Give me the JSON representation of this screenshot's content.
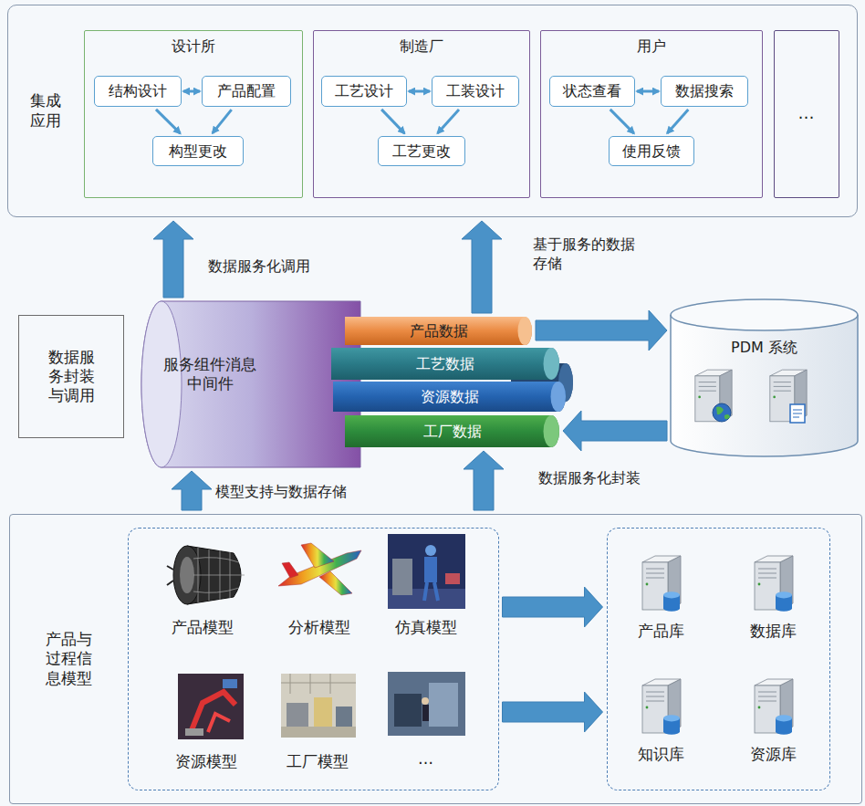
{
  "diagram": {
    "nodes": [
      {
        "text": [
          "集成 应用"
        ]
      },
      {
        "text": [
          "设计所"
        ],
        "in": 0
      },
      {
        "text": [
          "结构设计"
        ],
        "in": 1
      },
      {
        "text": [
          "产品配置"
        ],
        "in": 1
      },
      {
        "text": [
          "构型更改"
        ],
        "in": 1
      },
      {
        "text": [
          "制造厂"
        ],
        "in": 0
      },
      {
        "text": [
          "工艺设计"
        ],
        "in": 5
      },
      {
        "text": [
          "工装设计"
        ],
        "in": 5
      },
      {
        "text": [
          "工艺更改"
        ],
        "in": 5
      },
      {
        "text": [
          "用户"
        ],
        "in": 0
      },
      {
        "text": [
          "状态查看"
        ],
        "in": 9
      },
      {
        "text": [
          "数据搜索"
        ],
        "in": 9
      },
      {
        "text": [
          "使用反馈"
        ],
        "in": 9
      },
      {
        "text": [
          "…"
        ],
        "in": 0
      },
      {
        "text": [
          "数据服 务封装 与调用"
        ]
      },
      {
        "text": [
          "服务组件消息 中间件"
        ]
      },
      {
        "text": [
          "产品数据"
        ]
      },
      {
        "text": [
          "工艺数据"
        ]
      },
      {
        "text": [
          "资源数据"
        ]
      },
      {
        "text": [
          "工厂数据"
        ]
      },
      {
        "text": [
          "PDM 系统"
        ]
      },
      {
        "text": [
          "产品与 过程信 息模型"
        ]
      },
      {
        "text": [
          "产品模型",
          "分析模型",
          "仿真模型",
          "资源模型",
          "工厂模型",
          "…"
        ],
        "in": 21
      },
      {
        "text": [
          "产品库",
          "数据库",
          "知识库",
          "资源库"
        ],
        "in": 21
      }
    ],
    "edges": [
      {
        "from": 2,
        "to": 3,
        "arrow": "both"
      },
      {
        "from": 2,
        "to": 4,
        "arrow": "to"
      },
      {
        "from": 3,
        "to": 4,
        "arrow": "to"
      },
      {
        "from": 6,
        "to": 7,
        "arrow": "both"
      },
      {
        "from": 6,
        "to": 8,
        "arrow": "to"
      },
      {
        "from": 7,
        "to": 8,
        "arrow": "to"
      },
      {
        "from": 10,
        "to": 11,
        "arrow": "both"
      },
      {
        "from": 10,
        "to": 12,
        "arrow": "to"
      },
      {
        "from": 11,
        "to": 12,
        "arrow": "to"
      },
      {
        "from": 15,
        "to": 0,
        "arrow": "to",
        "label": "数据服务化调用"
      },
      {
        "from": 16,
        "to": 0,
        "arrow": "to"
      },
      {
        "from": 16,
        "to": 20,
        "arrow": "to",
        "label": "基于服务的数据 存储"
      },
      {
        "from": 20,
        "to": 19,
        "arrow": "to",
        "label": "数据服务化封装"
      },
      {
        "from": 21,
        "to": 15,
        "arrow": "to",
        "label": "模型支持与数据存储"
      },
      {
        "from": 21,
        "to": 19,
        "arrow": "to"
      },
      {
        "from": 22,
        "to": 23,
        "arrow": "to"
      },
      {
        "from": 22,
        "to": 23,
        "arrow": "to"
      }
    ]
  }
}
